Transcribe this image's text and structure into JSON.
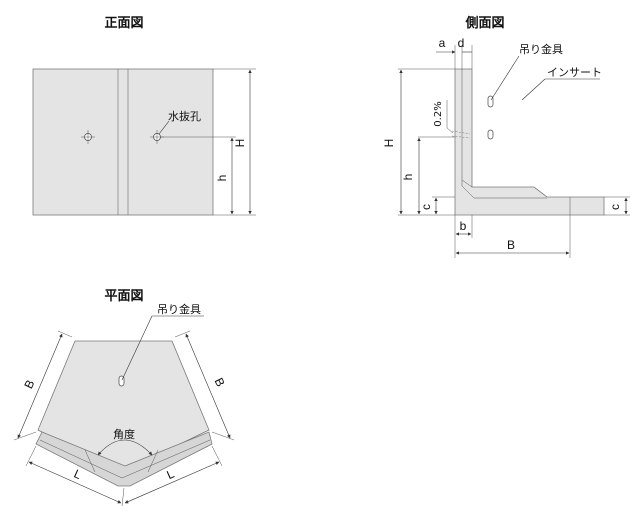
{
  "front_view": {
    "title": "正面図",
    "hole_label": "水抜孔",
    "dim_H": "H",
    "dim_h": "h"
  },
  "side_view": {
    "title": "側面図",
    "hook_label": "吊り金具",
    "insert_label": "インサート",
    "slope_label": "0.2%",
    "dim_a": "a",
    "dim_d": "d",
    "dim_H": "H",
    "dim_h": "h",
    "dim_c_left": "c",
    "dim_c_right": "c",
    "dim_b": "b",
    "dim_B": "B"
  },
  "plan_view": {
    "title": "平面図",
    "hook_label": "吊り金具",
    "angle_label": "角度",
    "dim_B_left": "B",
    "dim_B_right": "B",
    "dim_L_left": "L",
    "dim_L_right": "L"
  }
}
